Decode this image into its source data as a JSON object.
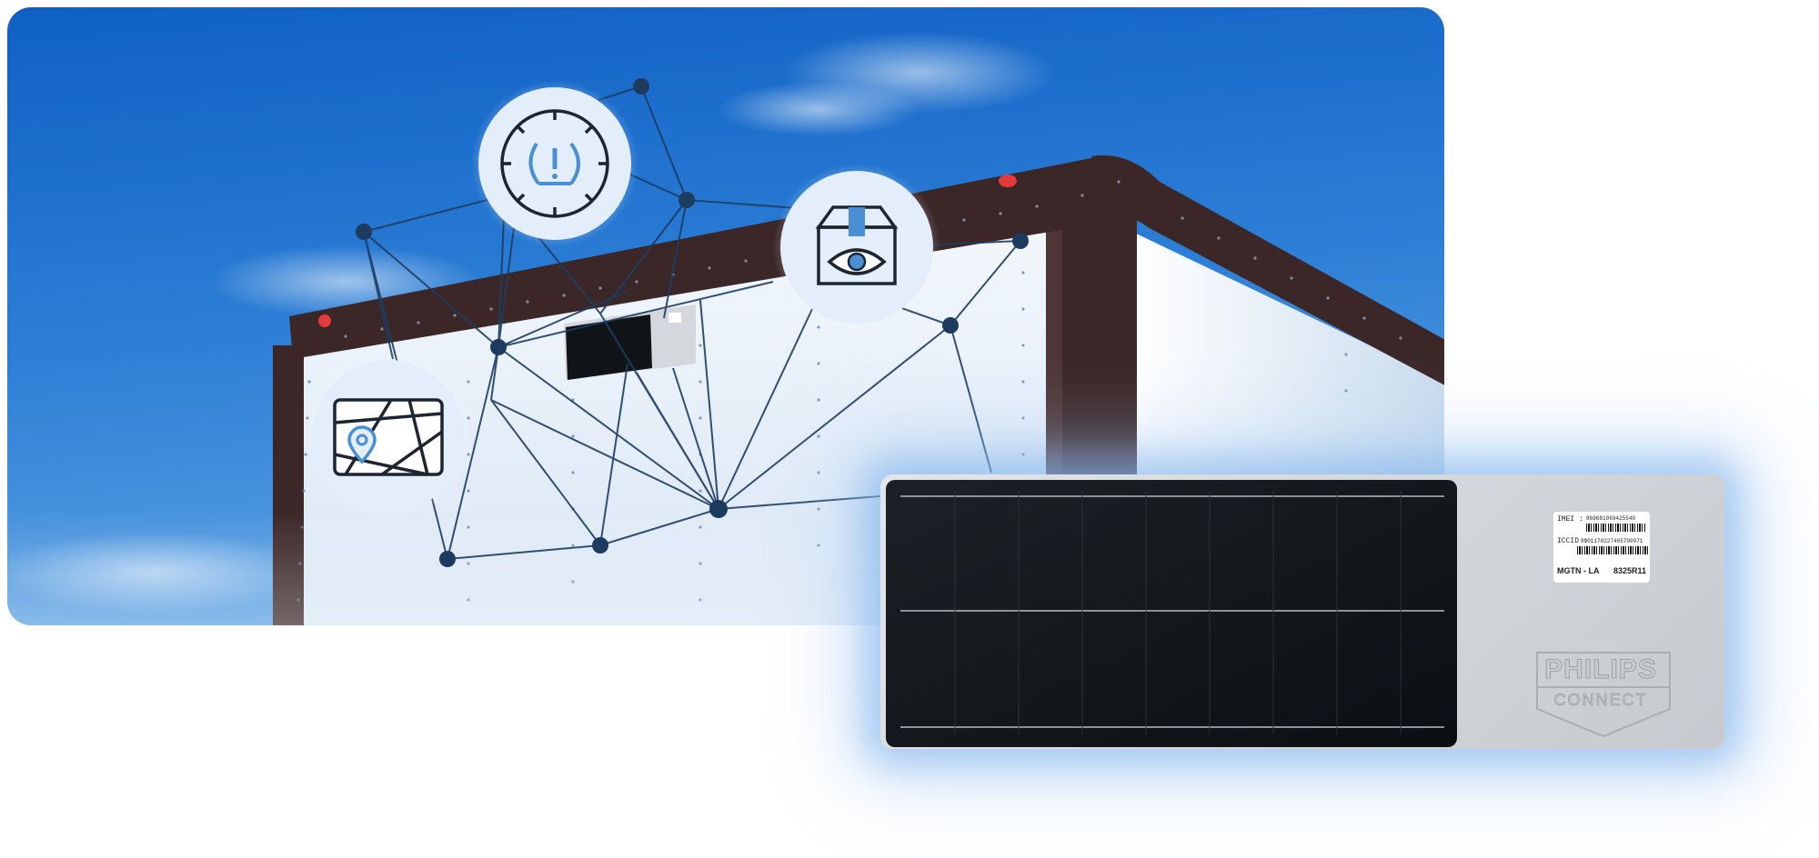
{
  "image": {
    "description_tags": [
      "trailer-corner",
      "sky-background",
      "connected-network",
      "solar-tracking-device"
    ]
  },
  "icons": {
    "tire_pressure": "tire-pressure-warning-icon",
    "cargo_camera": "cargo-box-eye-icon",
    "map_location": "map-pin-icon"
  },
  "device": {
    "label": {
      "imei_key": "IMEI :",
      "imei_value": "869681069425540",
      "iccid_key": "ICCID :",
      "iccid_value": "8901170227405700971",
      "model": "MGTN - LA",
      "serial": "8325R11"
    },
    "brand_line1": "PHILIPS",
    "brand_line2": "CONNECT"
  },
  "colors": {
    "sky_top": "#1565c8",
    "sky_bottom": "#3f8fdc",
    "trailer_trim": "#3b2727",
    "trailer_panel": "#eef4fb",
    "network_node": "#1d3a5f",
    "icon_accent": "#4a8fd4",
    "solar_panel": "#14181c",
    "device_housing": "#d3d6da"
  }
}
